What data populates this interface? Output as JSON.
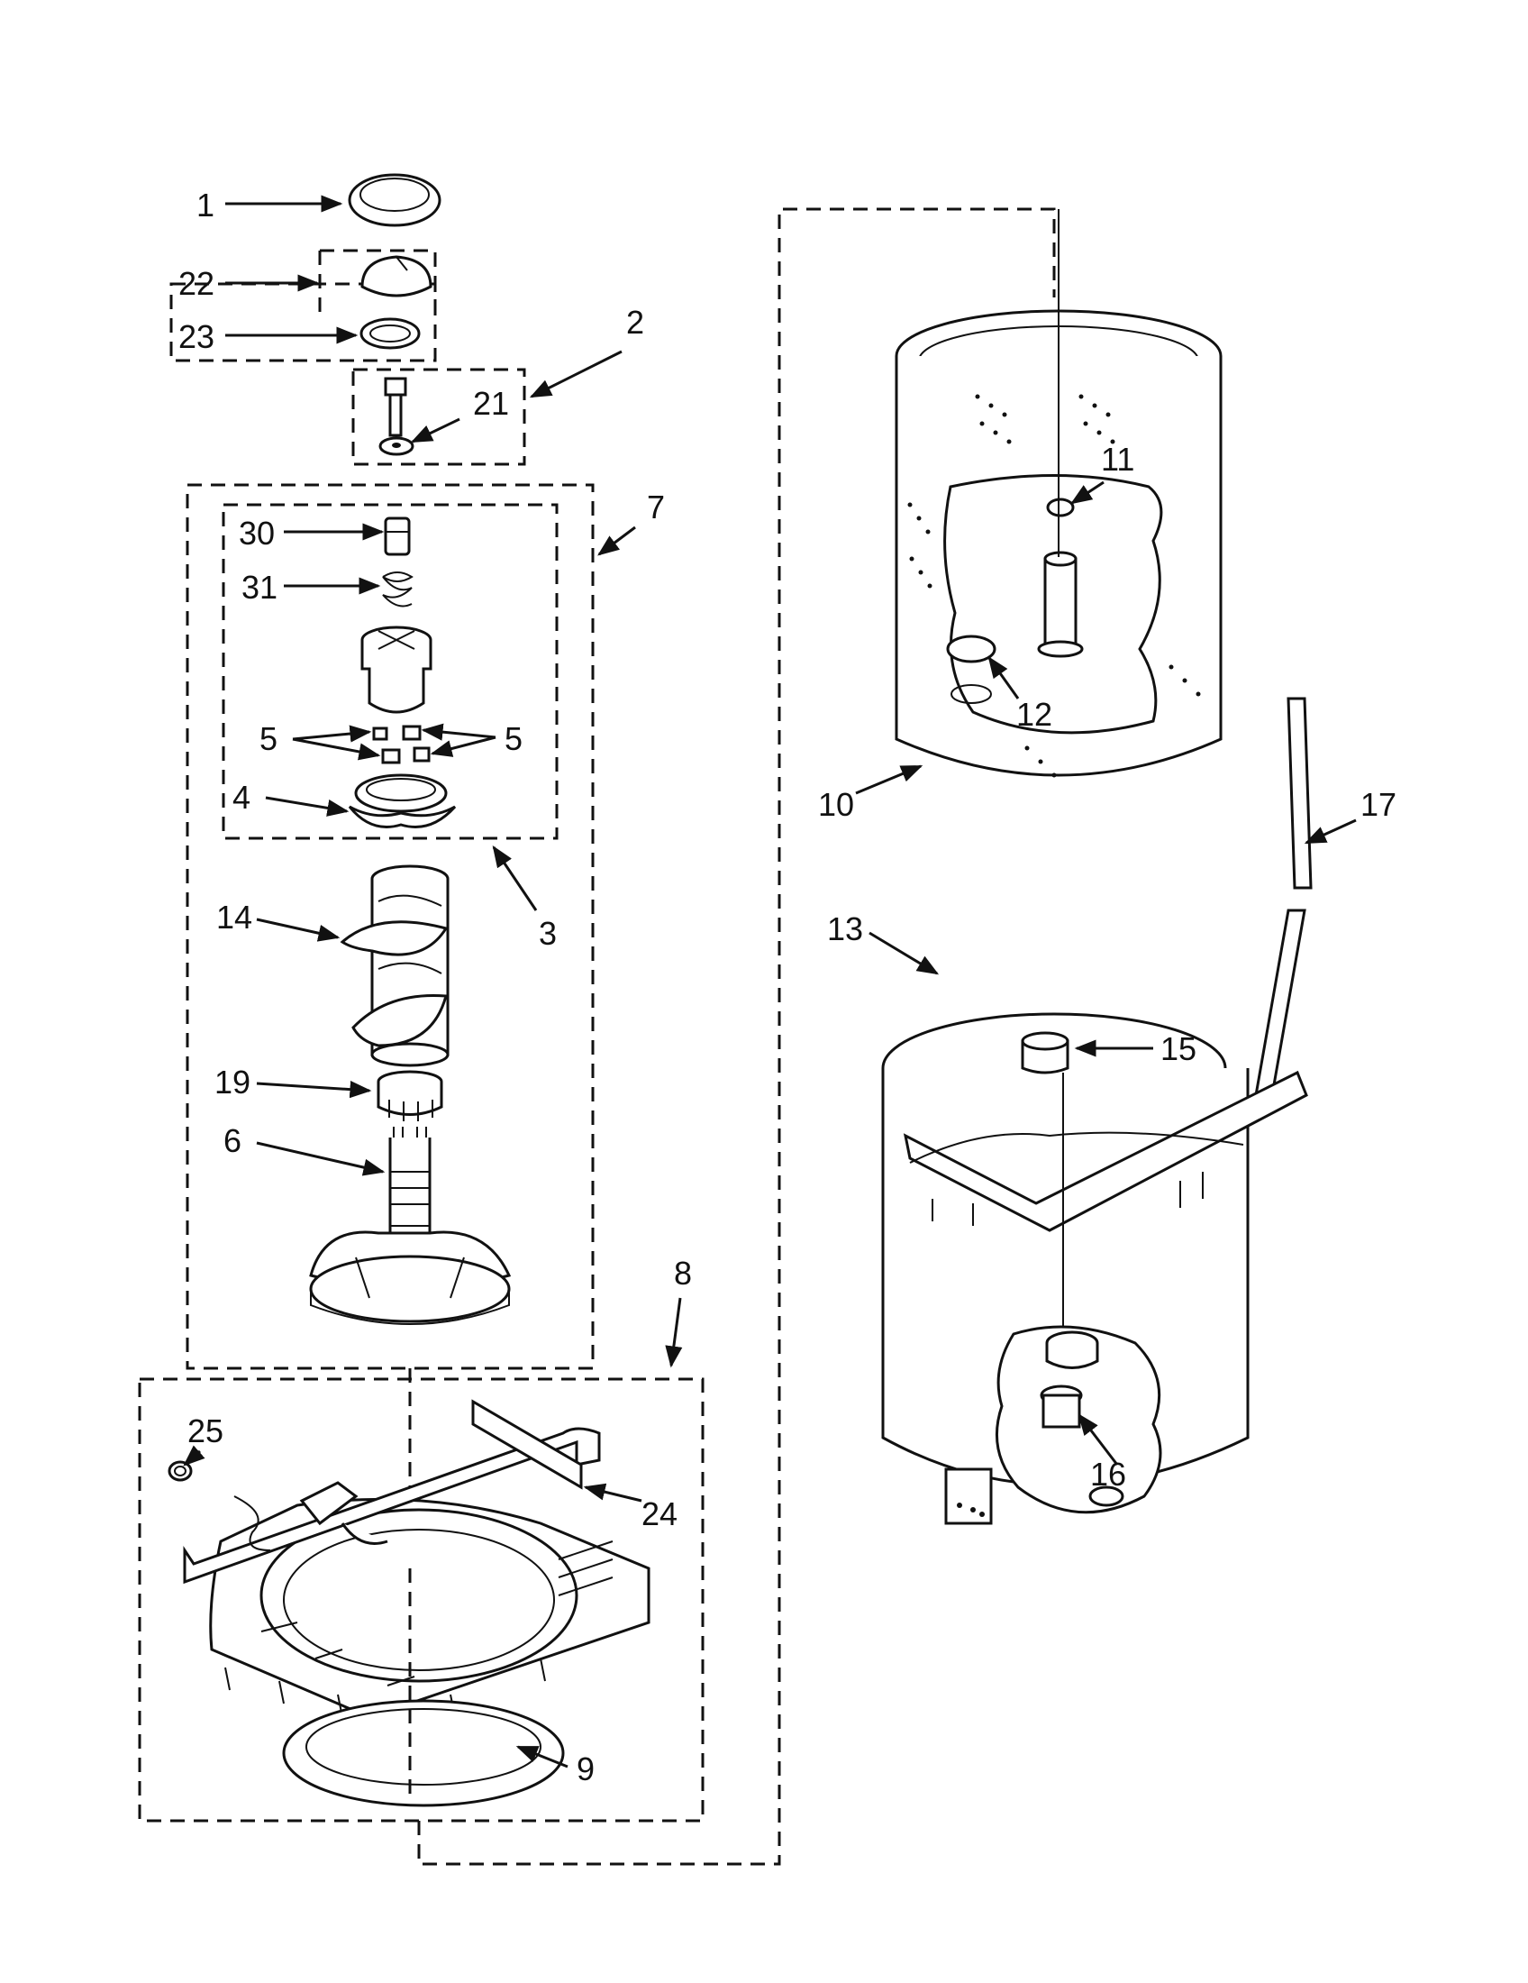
{
  "callouts": {
    "c1": "1",
    "c2": "2",
    "c3": "3",
    "c4": "4",
    "c5a": "5",
    "c5b": "5",
    "c6": "6",
    "c7": "7",
    "c8": "8",
    "c9": "9",
    "c10": "10",
    "c11": "11",
    "c12": "12",
    "c13": "13",
    "c14": "14",
    "c15": "15",
    "c16": "16",
    "c17": "17",
    "c19": "19",
    "c21": "21",
    "c22": "22",
    "c23": "23",
    "c24": "24",
    "c25": "25",
    "c30": "30",
    "c31": "31"
  },
  "colors": {
    "ink": "#111111",
    "paper": "#ffffff"
  }
}
